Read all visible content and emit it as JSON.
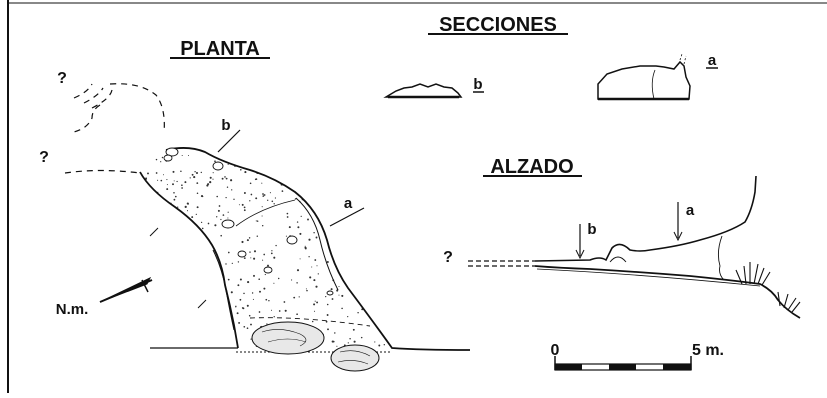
{
  "headings": {
    "planta": "PLANTA",
    "secciones": "SECCIONES",
    "alzado": "ALZADO"
  },
  "section_labels": {
    "a": "a",
    "b": "b"
  },
  "plan_markers": {
    "a": "a",
    "b": "b"
  },
  "elevation_markers": {
    "a": "a",
    "b": "b"
  },
  "unknown_marks": [
    "?",
    "?",
    "?"
  ],
  "north_label": "N.m.",
  "scale_bar": {
    "start": "0",
    "end": "5 m."
  },
  "colors": {
    "ink": "#111111",
    "paper": "#ffffff"
  }
}
